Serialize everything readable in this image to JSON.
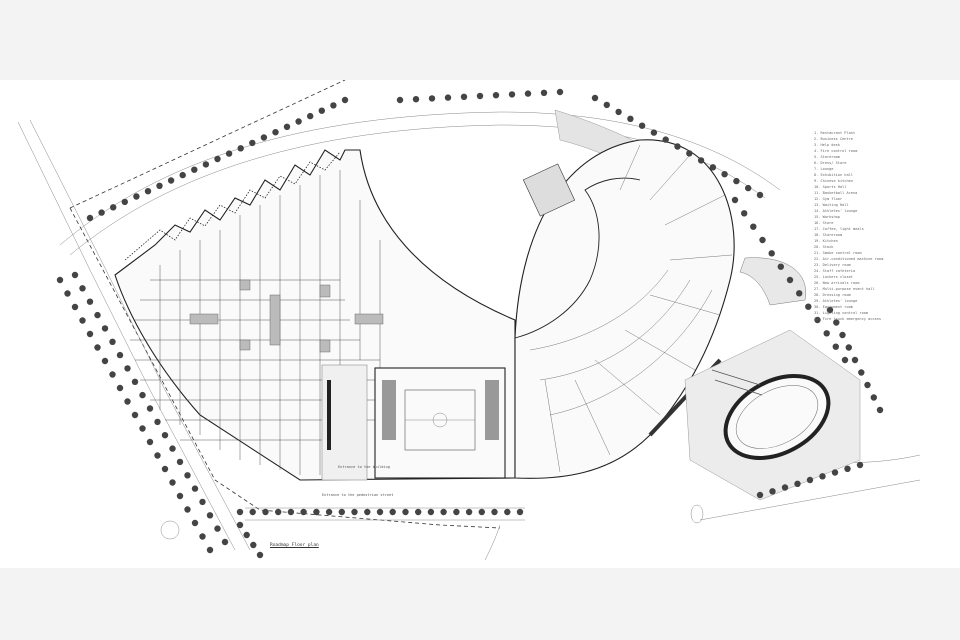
{
  "plan": {
    "caption": "Roadmap Floor plan",
    "labels": {
      "entrance_building": "Entrance to the building",
      "entrance_pedestrian": "Entrance to the pedestrian street"
    },
    "legend": [
      "1. Restaurant Plant",
      "2. Business Centre",
      "3. Help desk",
      "4. Fire control room",
      "5. Storeroom",
      "6. Dress/ Store",
      "7. Lounge",
      "8. Exhibition hall",
      "9. Chinese kitchen",
      "10. Sports Hall",
      "11. Basketball Arena",
      "12. Gym floor",
      "13. Waiting Hall",
      "14. Athletes' lounge",
      "15. Workshop",
      "16. Store",
      "17. Coffee, light meals",
      "18. Storeroom",
      "19. Kitchen",
      "20. Stock",
      "21. Smoke control room",
      "22. Air-conditioned machine room",
      "23. Delivery room",
      "24. Staff cafeteria",
      "25. Lockers closet",
      "26. New arrivals room",
      "27. Multi-purpose event hall",
      "28. Dressing room",
      "29. Athletes' lounge",
      "30. Equipment room",
      "31. Lighting control room",
      "32. Fire truck emergency access"
    ]
  }
}
